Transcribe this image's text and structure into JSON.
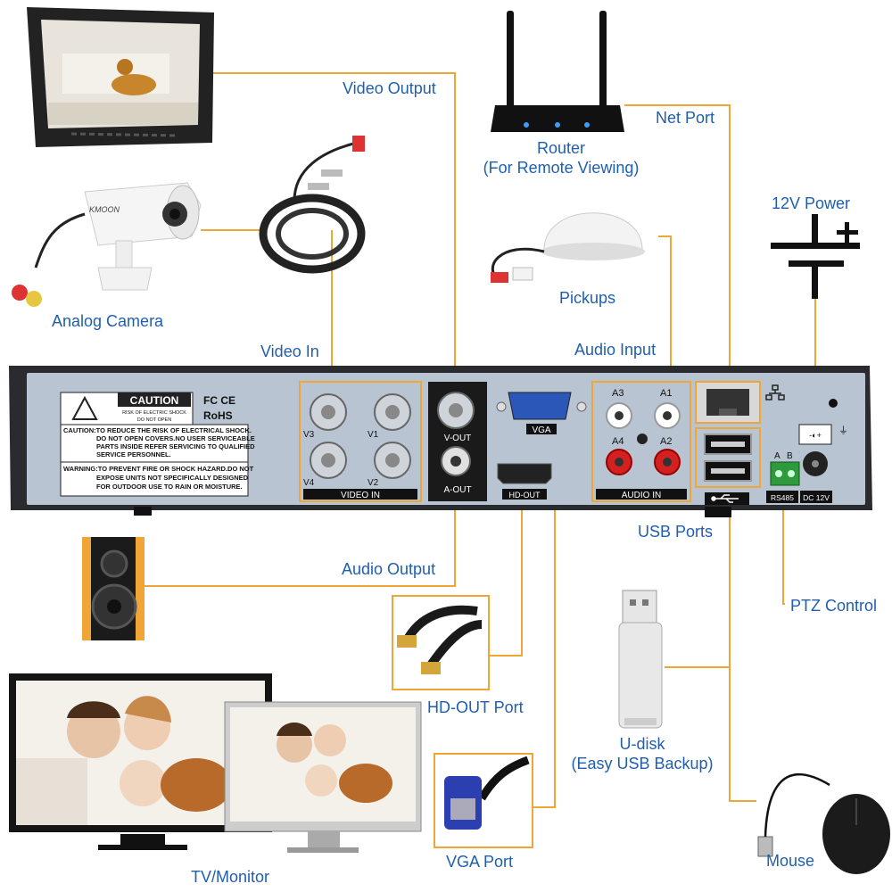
{
  "labels": {
    "video_output": "Video Output",
    "router_title": "Router",
    "router_sub": "(For Remote Viewing)",
    "net_port": "Net Port",
    "power_12v": "12V Power",
    "pickups": "Pickups",
    "analog_camera": "Analog Camera",
    "video_in": "Video In",
    "audio_input": "Audio Input",
    "usb_ports": "USB Ports",
    "audio_output": "Audio Output",
    "ptz_control": "PTZ Control",
    "hdout_port": "HD-OUT Port",
    "udisk_title": "U-disk",
    "udisk_sub": "(Easy USB Backup)",
    "tv_monitor": "TV/Monitor",
    "vga_port": "VGA Port",
    "mouse": "Mouse"
  },
  "panel": {
    "caution_title": "CAUTION",
    "caution_sub1": "RISK OF ELECTRIC SHOCK",
    "caution_sub2": "DO NOT OPEN",
    "fc_ce": "FC CE",
    "rohs": "RoHS",
    "caution_text": [
      "CAUTION:TO REDUCE THE RISK OF ELECTRICAL SHOCK.",
      "DO NOT OPEN COVERS.NO USER SERVICEABLE",
      "PARTS INSIDE REFER SERVICING TO QUALIFIED",
      "SERVICE PERSONNEL."
    ],
    "warning_text": [
      "WARNING:TO PREVENT FIRE OR SHOCK HAZARD.DO NOT",
      "EXPOSE UNITS NOT SPECIFICALLY DESIGNED",
      "FOR OUTDOOR USE TO RAIN OR MOISTURE."
    ],
    "v3": "V3",
    "v1": "V1",
    "v4": "V4",
    "v2": "V2",
    "video_in_plate": "VIDEO IN",
    "v_out": "V-OUT",
    "a_out": "A-OUT",
    "vga_plate": "VGA",
    "hd_out_plate": "HD-OUT",
    "a3": "A3",
    "a1": "A1",
    "a4": "A4",
    "a2": "A2",
    "audio_in_plate": "AUDIO IN",
    "rs485_a": "A",
    "rs485_b": "B",
    "rs485": "RS485",
    "dc12v": "DC 12V",
    "brand": "KMOON"
  }
}
